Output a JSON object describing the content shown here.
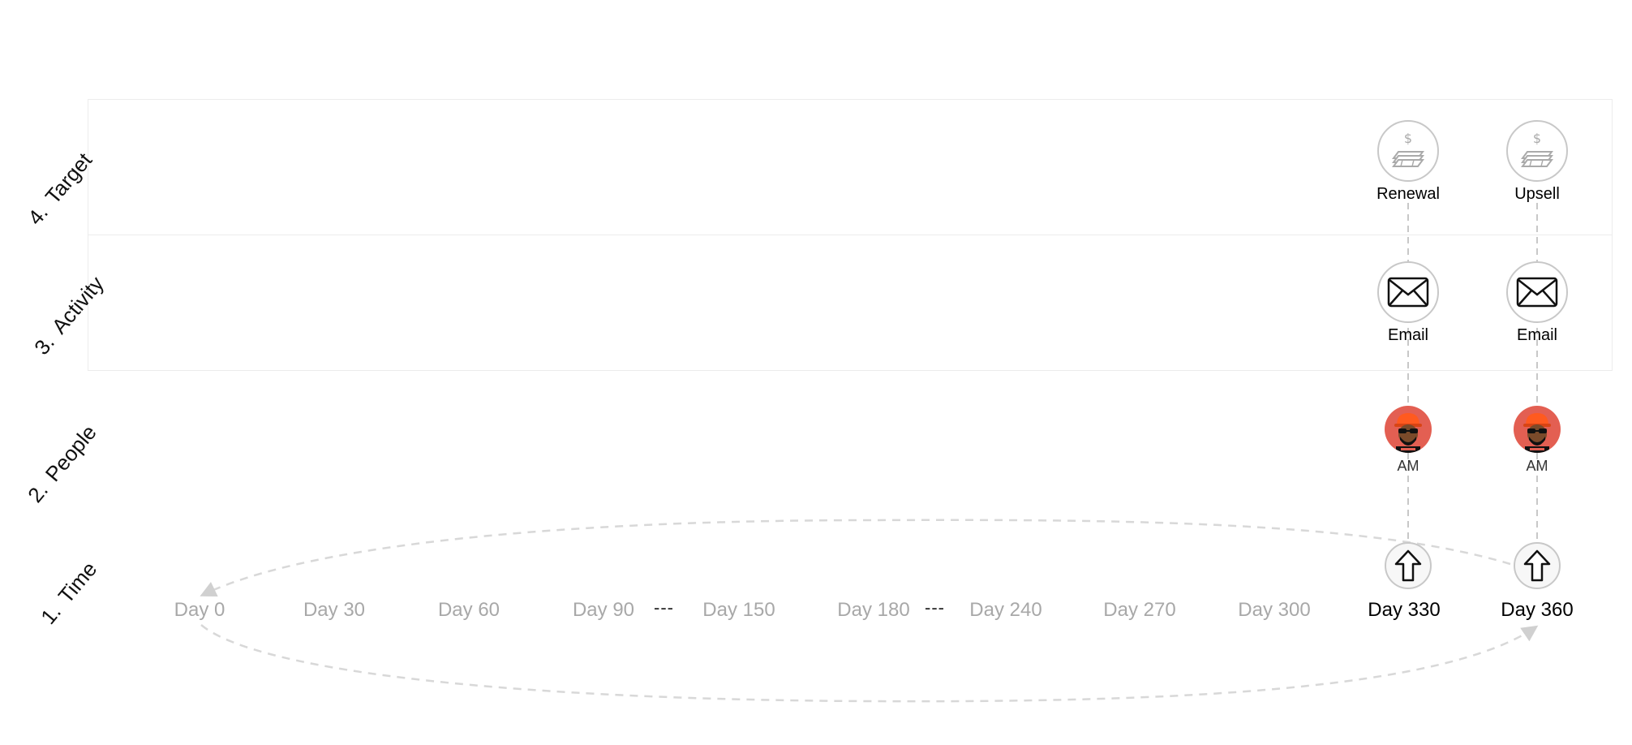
{
  "rows": [
    {
      "number": "4.",
      "label": "Target"
    },
    {
      "number": "3.",
      "label": "Activity"
    },
    {
      "number": "2.",
      "label": "People"
    },
    {
      "number": "1.",
      "label": "Time"
    }
  ],
  "days": [
    "Day 0",
    "Day 30",
    "Day 60",
    "Day 90",
    "Day 150",
    "Day 180",
    "Day 240",
    "Day 270",
    "Day 300",
    "Day 330",
    "Day 360"
  ],
  "gap_marker": "---",
  "events": [
    {
      "day": "Day 330",
      "target": "Renewal",
      "activity": "Email",
      "person": "AM"
    },
    {
      "day": "Day 360",
      "target": "Upsell",
      "activity": "Email",
      "person": "AM"
    }
  ],
  "colors": {
    "avatar_bg": "#e35f52",
    "avatar_hat": "#ff5a1f",
    "muted_text": "#a8a8a8",
    "connector": "#c8c8c8",
    "loop": "#d8d8d8"
  },
  "icons": {
    "target": "money-stack-icon",
    "activity": "envelope-icon",
    "people": "person-avatar-icon",
    "time": "up-arrow-icon"
  }
}
